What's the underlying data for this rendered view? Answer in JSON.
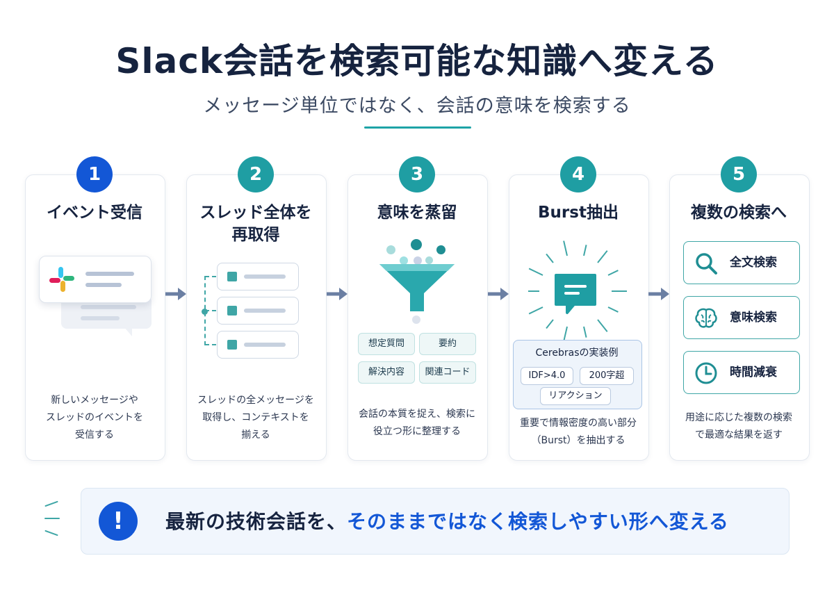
{
  "header": {
    "title": "Slack会話を検索可能な知識へ変える",
    "subtitle": "メッセージ単位ではなく、会話の意味を検索する"
  },
  "colors": {
    "accent_blue": "#1357d6",
    "accent_teal": "#1f9ea3",
    "text_dark": "#16233f"
  },
  "steps": [
    {
      "number": "1",
      "title_line1": "イベント受信",
      "title_line2": "",
      "icon": "slack-message-icon",
      "desc_lines": [
        "新しいメッセージや",
        "スレッドのイベントを",
        "受信する"
      ]
    },
    {
      "number": "2",
      "title_line1": "スレッド全体を",
      "title_line2": "再取得",
      "icon": "thread-icon",
      "desc_lines": [
        "スレッドの全メッセージを",
        "取得し、コンテキストを",
        "揃える"
      ]
    },
    {
      "number": "3",
      "title_line1": "意味を蒸留",
      "title_line2": "",
      "icon": "funnel-icon",
      "tags": [
        "想定質問",
        "要約",
        "解決内容",
        "関連コード"
      ],
      "desc_lines": [
        "会話の本質を捉え、検索に",
        "役立つ形に整理する"
      ]
    },
    {
      "number": "4",
      "title_line1": "Burst抽出",
      "title_line2": "",
      "icon": "burst-chat-icon",
      "example_title": "Cerebrasの実装例",
      "example_pills": [
        "IDF>4.0",
        "200字超",
        "リアクション"
      ],
      "desc_lines": [
        "重要で情報密度の高い部分",
        "（Burst）を抽出する"
      ]
    },
    {
      "number": "5",
      "title_line1": "複数の検索へ",
      "title_line2": "",
      "icon": "search-options-icon",
      "options": [
        "全文検索",
        "意味検索",
        "時間減衰"
      ],
      "desc_lines": [
        "用途に応じた複数の検索",
        "で最適な結果を返す"
      ]
    }
  ],
  "bottom": {
    "text_dark": "最新の技術会話を、",
    "text_blue": "そのままではなく検索しやすい形へ変える",
    "icon": "exclamation-icon"
  }
}
